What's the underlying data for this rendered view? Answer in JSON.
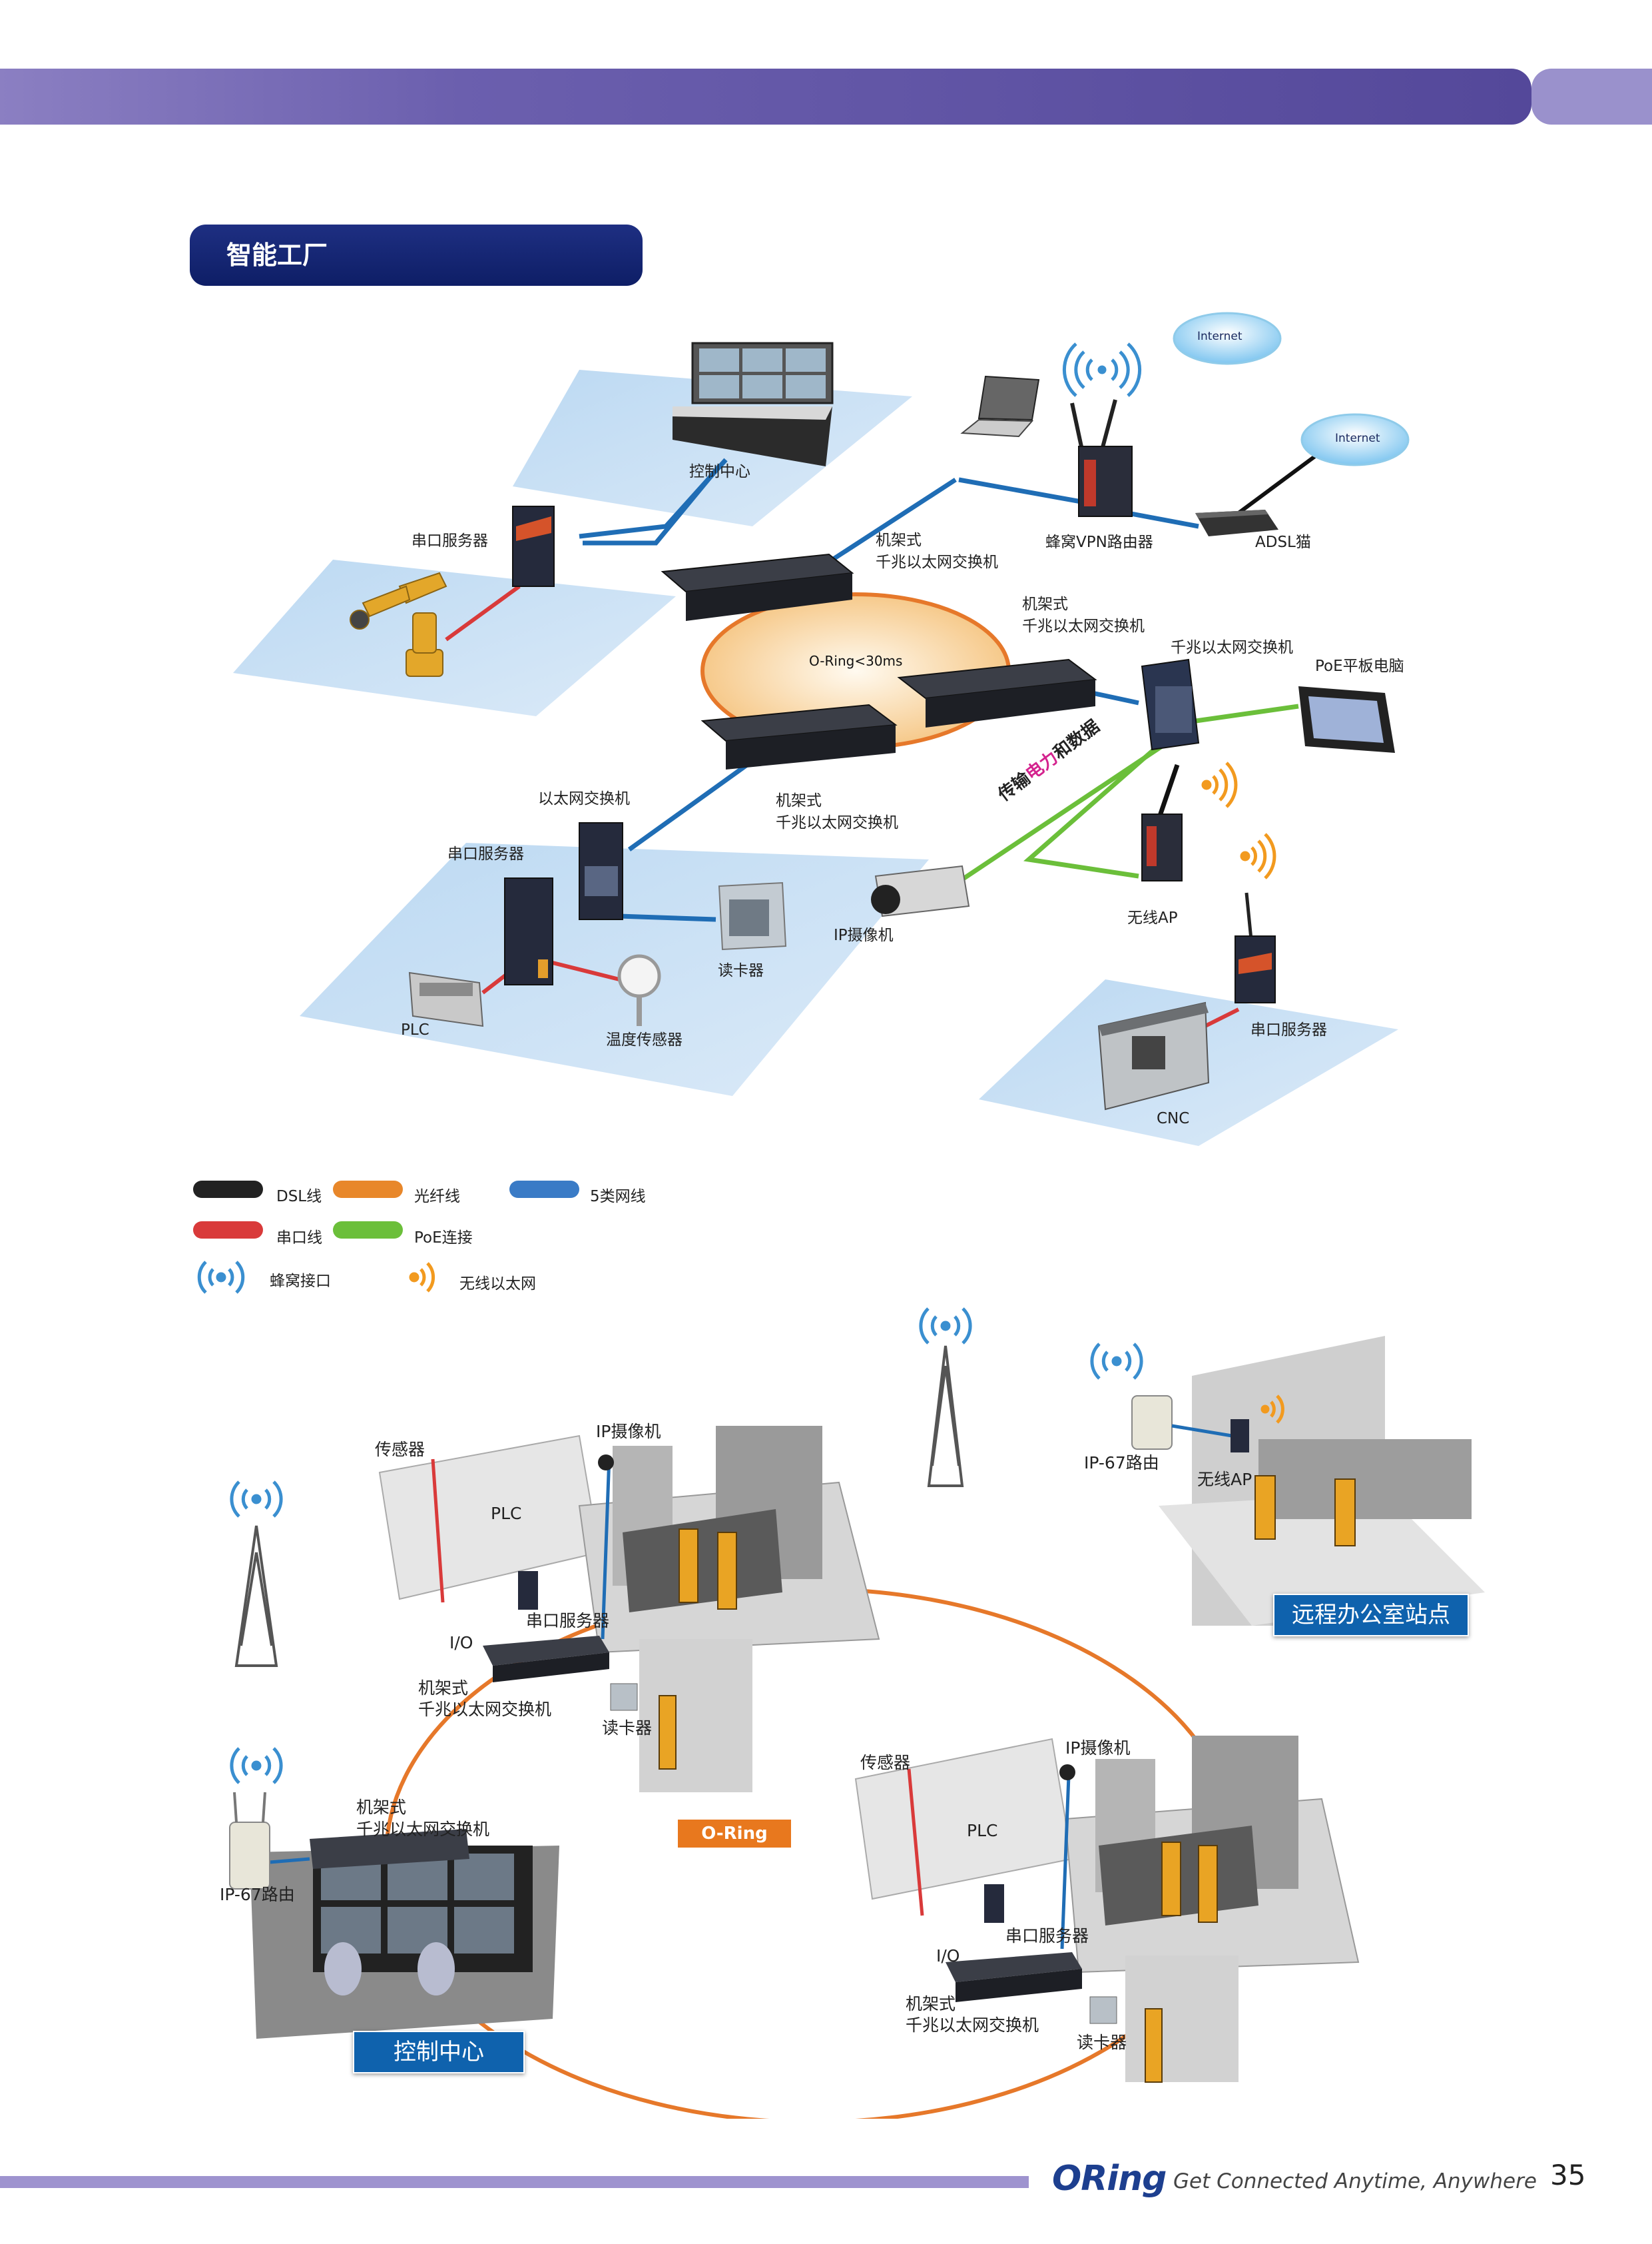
{
  "header": {
    "section_title": "智能工厂"
  },
  "colors": {
    "dsl": "#2a2a2a",
    "fiber": "#e8872a",
    "cat5": "#3a7bc6",
    "serial": "#d93a3a",
    "poe": "#6bbf3a",
    "accent": "#54489a"
  },
  "top_diagram": {
    "internet1": "Internet",
    "internet2": "Internet",
    "control_center": "控制中心",
    "serial_server_1": "串口服务器",
    "rack_switch_1_line1": "机架式",
    "rack_switch_1_line2": "千兆以太网交换机",
    "cellular_vpn_router": "蜂窝VPN路由器",
    "adsl_modem": "ADSL猫",
    "rack_switch_2_line1": "机架式",
    "rack_switch_2_line2": "千兆以太网交换机",
    "oring_time": "O-Ring<30ms",
    "gig_switch": "千兆以太网交换机",
    "poe_tablet": "PoE平板电脑",
    "ethernet_switch": "以太网交换机",
    "rack_switch_3_line1": "机架式",
    "rack_switch_3_line2": "千兆以太网交换机",
    "serial_server_2": "串口服务器",
    "transfer_text_a": "传输",
    "transfer_text_b": "电力",
    "transfer_text_c": "和数据",
    "ip_camera": "IP摄像机",
    "wireless_ap": "无线AP",
    "card_reader": "读卡器",
    "plc": "PLC",
    "temp_sensor": "温度传感器",
    "serial_server_3": "串口服务器",
    "cnc": "CNC"
  },
  "legend": {
    "dsl": "DSL线",
    "fiber": "光纤线",
    "cat5": "5类网线",
    "serial": "串口线",
    "poe": "PoE连接",
    "cellular": "蜂窝接口",
    "wireless": "无线以太网"
  },
  "bottom_diagram": {
    "sensor_1": "传感器",
    "ip_camera_1": "IP摄像机",
    "plc_1": "PLC",
    "serial_server_1": "串口服务器",
    "io_1": "I/O",
    "rack_switch_1_line1": "机架式",
    "rack_switch_1_line2": "千兆以太网交换机",
    "card_reader_1": "读卡器",
    "ip67_router_1": "IP-67路由",
    "wireless_ap": "无线AP",
    "remote_office": "远程办公室站点",
    "rack_switch_2_line1": "机架式",
    "rack_switch_2_line2": "千兆以太网交换机",
    "ip67_router_2": "IP-67路由",
    "oring": "O-Ring",
    "control_center": "控制中心",
    "sensor_2": "传感器",
    "ip_camera_2": "IP摄像机",
    "plc_2": "PLC",
    "serial_server_2": "串口服务器",
    "io_2": "I/O",
    "rack_switch_3_line1": "机架式",
    "rack_switch_3_line2": "千兆以太网交换机",
    "card_reader_2": "读卡器"
  },
  "footer": {
    "brand": "ORing",
    "tagline": "Get Connected Anytime, Anywhere",
    "page_number": "35"
  }
}
